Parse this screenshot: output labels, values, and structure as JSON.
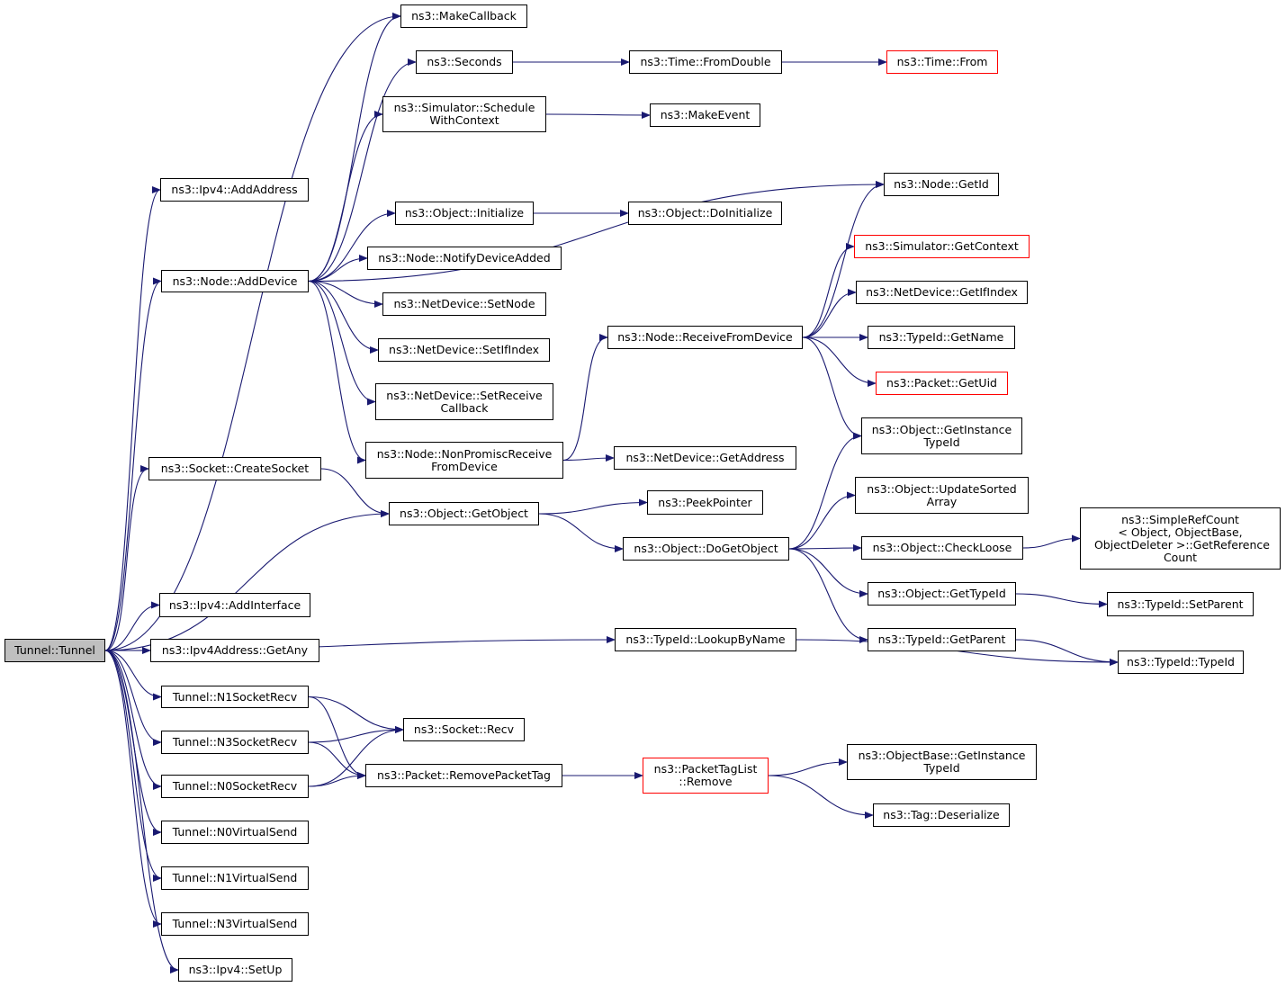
{
  "colors": {
    "edge": "#191970",
    "node_border": "#000000",
    "missing_border": "#ff0000",
    "root_fill": "#bfbfbf"
  },
  "nodes": {
    "root": {
      "label": "Tunnel::Tunnel"
    },
    "addaddress": {
      "label": "ns3::Ipv4::AddAddress"
    },
    "adddevice": {
      "label": "ns3::Node::AddDevice"
    },
    "createsocket": {
      "label": "ns3::Socket::CreateSocket"
    },
    "addinterface": {
      "label": "ns3::Ipv4::AddInterface"
    },
    "getany": {
      "label": "ns3::Ipv4Address::GetAny"
    },
    "n1socketrecv": {
      "label": "Tunnel::N1SocketRecv"
    },
    "n3socketrecv": {
      "label": "Tunnel::N3SocketRecv"
    },
    "n0socketrecv": {
      "label": "Tunnel::N0SocketRecv"
    },
    "n0virtualsend": {
      "label": "Tunnel::N0VirtualSend"
    },
    "n1virtualsend": {
      "label": "Tunnel::N1VirtualSend"
    },
    "n3virtualsend": {
      "label": "Tunnel::N3VirtualSend"
    },
    "setup": {
      "label": "ns3::Ipv4::SetUp"
    },
    "makecallback": {
      "label": "ns3::MakeCallback"
    },
    "seconds": {
      "label": "ns3::Seconds"
    },
    "schedulewithcontext": {
      "label": "ns3::Simulator::Schedule\nWithContext"
    },
    "objinitialize": {
      "label": "ns3::Object::Initialize"
    },
    "notifydeviceadded": {
      "label": "ns3::Node::NotifyDeviceAdded"
    },
    "setnode": {
      "label": "ns3::NetDevice::SetNode"
    },
    "setifindex": {
      "label": "ns3::NetDevice::SetIfIndex"
    },
    "setreceivecallback": {
      "label": "ns3::NetDevice::SetReceive\nCallback"
    },
    "nonpromisc": {
      "label": "ns3::Node::NonPromiscReceive\nFromDevice"
    },
    "getobject": {
      "label": "ns3::Object::GetObject"
    },
    "socketrecv": {
      "label": "ns3::Socket::Recv"
    },
    "removepackettag": {
      "label": "ns3::Packet::RemovePacketTag"
    },
    "timefromdouble": {
      "label": "ns3::Time::FromDouble"
    },
    "timefrom": {
      "label": "ns3::Time::From"
    },
    "makeevent": {
      "label": "ns3::MakeEvent"
    },
    "doinitialize": {
      "label": "ns3::Object::DoInitialize"
    },
    "receivefromdevice": {
      "label": "ns3::Node::ReceiveFromDevice"
    },
    "getaddress": {
      "label": "ns3::NetDevice::GetAddress"
    },
    "peekpointer": {
      "label": "ns3::PeekPointer"
    },
    "dogetobject": {
      "label": "ns3::Object::DoGetObject"
    },
    "lookupbyname": {
      "label": "ns3::TypeId::LookupByName"
    },
    "packettaglistremove": {
      "label": "ns3::PacketTagList\n::Remove"
    },
    "nodegetid": {
      "label": "ns3::Node::GetId"
    },
    "simgetcontext": {
      "label": "ns3::Simulator::GetContext"
    },
    "getifindex": {
      "label": "ns3::NetDevice::GetIfIndex"
    },
    "typeidgetname": {
      "label": "ns3::TypeId::GetName"
    },
    "packetgetuid": {
      "label": "ns3::Packet::GetUid"
    },
    "getinstancetypeid": {
      "label": "ns3::Object::GetInstance\nTypeId"
    },
    "updatesortedarray": {
      "label": "ns3::Object::UpdateSorted\nArray"
    },
    "checkloose": {
      "label": "ns3::Object::CheckLoose"
    },
    "objgettypeid": {
      "label": "ns3::Object::GetTypeId"
    },
    "getparent": {
      "label": "ns3::TypeId::GetParent"
    },
    "objbasegetinstancetypeid": {
      "label": "ns3::ObjectBase::GetInstance\nTypeId"
    },
    "tagdeserialize": {
      "label": "ns3::Tag::Deserialize"
    },
    "simplerefcount": {
      "label": "ns3::SimpleRefCount\n< Object, ObjectBase,\n ObjectDeleter >::GetReference\nCount"
    },
    "setparent": {
      "label": "ns3::TypeId::SetParent"
    },
    "typeidtypeid": {
      "label": "ns3::TypeId::TypeId"
    }
  },
  "missing": [
    "timefrom",
    "simgetcontext",
    "packetgetuid",
    "packettaglistremove"
  ],
  "edges": [
    [
      "root",
      "addaddress"
    ],
    [
      "root",
      "adddevice"
    ],
    [
      "root",
      "makecallback"
    ],
    [
      "root",
      "createsocket"
    ],
    [
      "root",
      "getobject"
    ],
    [
      "root",
      "addinterface"
    ],
    [
      "root",
      "getany"
    ],
    [
      "root",
      "lookupbyname"
    ],
    [
      "root",
      "n1socketrecv"
    ],
    [
      "root",
      "n3socketrecv"
    ],
    [
      "root",
      "n0socketrecv"
    ],
    [
      "root",
      "n0virtualsend"
    ],
    [
      "root",
      "n1virtualsend"
    ],
    [
      "root",
      "n3virtualsend"
    ],
    [
      "root",
      "setup"
    ],
    [
      "adddevice",
      "makecallback"
    ],
    [
      "adddevice",
      "seconds"
    ],
    [
      "adddevice",
      "schedulewithcontext"
    ],
    [
      "adddevice",
      "nodegetid"
    ],
    [
      "adddevice",
      "objinitialize"
    ],
    [
      "adddevice",
      "notifydeviceadded"
    ],
    [
      "adddevice",
      "setnode"
    ],
    [
      "adddevice",
      "setifindex"
    ],
    [
      "adddevice",
      "setreceivecallback"
    ],
    [
      "adddevice",
      "nonpromisc"
    ],
    [
      "seconds",
      "timefromdouble"
    ],
    [
      "timefromdouble",
      "timefrom"
    ],
    [
      "schedulewithcontext",
      "makeevent"
    ],
    [
      "objinitialize",
      "doinitialize"
    ],
    [
      "nonpromisc",
      "receivefromdevice"
    ],
    [
      "nonpromisc",
      "getaddress"
    ],
    [
      "receivefromdevice",
      "nodegetid"
    ],
    [
      "receivefromdevice",
      "simgetcontext"
    ],
    [
      "receivefromdevice",
      "getifindex"
    ],
    [
      "receivefromdevice",
      "typeidgetname"
    ],
    [
      "receivefromdevice",
      "packetgetuid"
    ],
    [
      "receivefromdevice",
      "getinstancetypeid"
    ],
    [
      "createsocket",
      "getobject"
    ],
    [
      "getobject",
      "peekpointer"
    ],
    [
      "getobject",
      "dogetobject"
    ],
    [
      "dogetobject",
      "getinstancetypeid"
    ],
    [
      "dogetobject",
      "updatesortedarray"
    ],
    [
      "dogetobject",
      "checkloose"
    ],
    [
      "dogetobject",
      "objgettypeid"
    ],
    [
      "dogetobject",
      "getparent"
    ],
    [
      "checkloose",
      "simplerefcount"
    ],
    [
      "objgettypeid",
      "setparent"
    ],
    [
      "getparent",
      "typeidtypeid"
    ],
    [
      "lookupbyname",
      "typeidtypeid"
    ],
    [
      "n1socketrecv",
      "socketrecv"
    ],
    [
      "n1socketrecv",
      "removepackettag"
    ],
    [
      "n3socketrecv",
      "socketrecv"
    ],
    [
      "n3socketrecv",
      "removepackettag"
    ],
    [
      "n0socketrecv",
      "socketrecv"
    ],
    [
      "n0socketrecv",
      "removepackettag"
    ],
    [
      "removepackettag",
      "packettaglistremove"
    ],
    [
      "packettaglistremove",
      "objbasegetinstancetypeid"
    ],
    [
      "packettaglistremove",
      "tagdeserialize"
    ]
  ]
}
